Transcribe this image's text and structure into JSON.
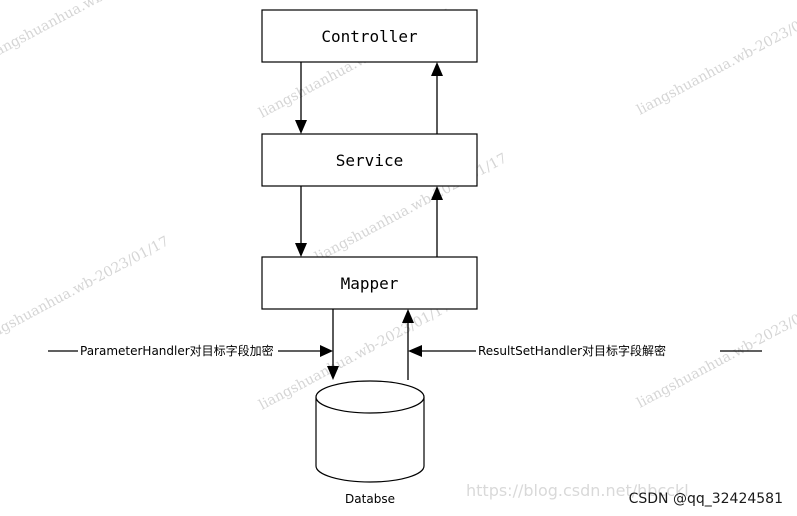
{
  "nodes": {
    "controller": "Controller",
    "service": "Service",
    "mapper": "Mapper",
    "database": "Databse"
  },
  "edges": {
    "parameter_handler": "ParameterHandler对目标字段加密",
    "resultset_handler": "ResultSetHandler对目标字段解密"
  },
  "watermarks": {
    "w1": "liangshuanhua.wb-2023/01/17",
    "w2": "liangshuanhua.wb-2023/01/17",
    "w3": "liangshuanhua.wb-2023/01/17",
    "w4": "liangshuanhua.wb-2023/01/17",
    "w5": "liangshuanhua.wb-2023/01/17",
    "w6": "liangshuanhua.wb-2023/01/17",
    "w7": "liangshuanhua.wb-2023/01/17"
  },
  "credits": {
    "blog_url": "https://blog.csdn.net/hbcckl",
    "author": "CSDN @qq_32424581"
  }
}
